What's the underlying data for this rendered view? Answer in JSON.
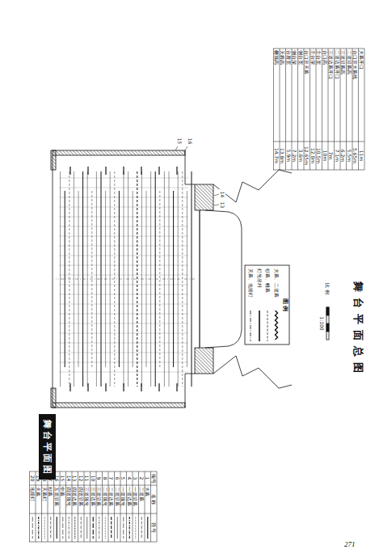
{
  "diagram": {
    "title": "舞台平面图",
    "caption": "舞台平面总图",
    "labels": [
      "大幕开口",
      "11m",
      "台口至大幕线",
      "5.65m",
      "二道沿幕高",
      "5.5m",
      "三道沿幕高",
      "6.2m",
      "二道边幕开口",
      "7.1m",
      "三道边幕开口",
      "7m",
      "台口高",
      "10m",
      "主台宽",
      "10.5m",
      "主台深",
      "12.0m",
      "台口至天幕",
      "12.65m",
      "侧台宽",
      "3.6m",
      "侧台深",
      "7.2m",
      "台唇宽",
      "5.9m",
      "天桥高",
      "13.8m",
      "栅顶高",
      "14.7m",
      "编号",
      "名 称",
      "符 号",
      "1",
      "大幕",
      "2",
      "二道幕",
      "3",
      "一道沿幕",
      "4",
      "一道边幕",
      "5",
      "一道顶光",
      "6",
      "二道沿幕",
      "7",
      "二道边幕",
      "8",
      "二道顶光",
      "9",
      "三道沿幕",
      "10",
      "三道边幕",
      "11",
      "三道顶光",
      "12",
      "四道沿幕",
      "13",
      "四道边幕",
      "14",
      "四道顶光",
      "15",
      "中幕",
      "16",
      "五道沿幕",
      "17",
      "纱幕",
      "18",
      "天幕灯",
      "19",
      "天幕",
      "20",
      "地排灯",
      "图 例",
      "比 例",
      "1:100",
      "16",
      "15",
      "14",
      "13",
      "271"
    ],
    "legend": [
      {
        "text": "大幕、二道幕"
      },
      {
        "text": "纱幕、帷幕"
      },
      {
        "text": "灯光吊杆"
      },
      {
        "text": "天幕、地排灯"
      }
    ]
  }
}
